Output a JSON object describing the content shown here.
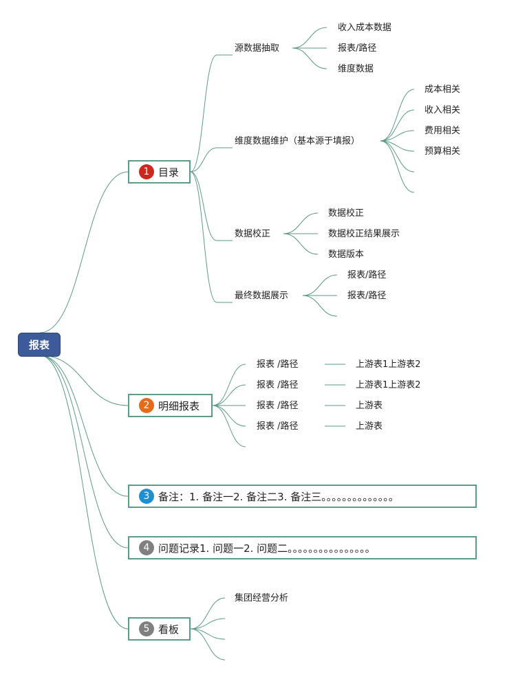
{
  "root": {
    "label": "报表"
  },
  "branches": [
    {
      "number": "1",
      "label": "目录",
      "badge_color": "#d0271d"
    },
    {
      "number": "2",
      "label": "明细报表",
      "badge_color": "#e36b1a"
    },
    {
      "number": "3",
      "label": "备注：1. 备注一2. 备注二3. 备注三。。。。。。。。。。。。。。",
      "badge_color": "#1f8fd3"
    },
    {
      "number": "4",
      "label": "问题记录1. 问题一2. 问题二。。。。。。。。。。。。。。。。",
      "badge_color": "#808080"
    },
    {
      "number": "5",
      "label": "看板",
      "badge_color": "#808080"
    }
  ],
  "catalog": {
    "source": {
      "label": "源数据抽取",
      "children": [
        "收入成本数据",
        "报表/路径",
        "维度数据"
      ]
    },
    "dimension": {
      "label": "维度数据维护（基本源于填报）",
      "children": [
        "成本相关",
        "收入相关",
        "费用相关",
        "预算相关",
        "",
        ""
      ]
    },
    "verify": {
      "label": "数据校正",
      "children": [
        "数据校正",
        "数据校正结果展示",
        "数据版本"
      ]
    },
    "final": {
      "label": "最终数据展示",
      "children": [
        "报表/路径",
        "报表/路径",
        ""
      ]
    }
  },
  "detail": {
    "rows": [
      {
        "report": "报表 /路径",
        "upstream": "上游表1上游表2"
      },
      {
        "report": "报表 /路径",
        "upstream": "上游表1上游表2"
      },
      {
        "report": "报表 /路径",
        "upstream": "上游表"
      },
      {
        "report": "报表 /路径",
        "upstream": "上游表"
      },
      {
        "report": "",
        "upstream": ""
      }
    ]
  },
  "dashboard": {
    "children": [
      "集团经营分析",
      "",
      "",
      ""
    ]
  },
  "colors": {
    "line": "#5a9a87",
    "root_fill": "#3d5a9b"
  }
}
